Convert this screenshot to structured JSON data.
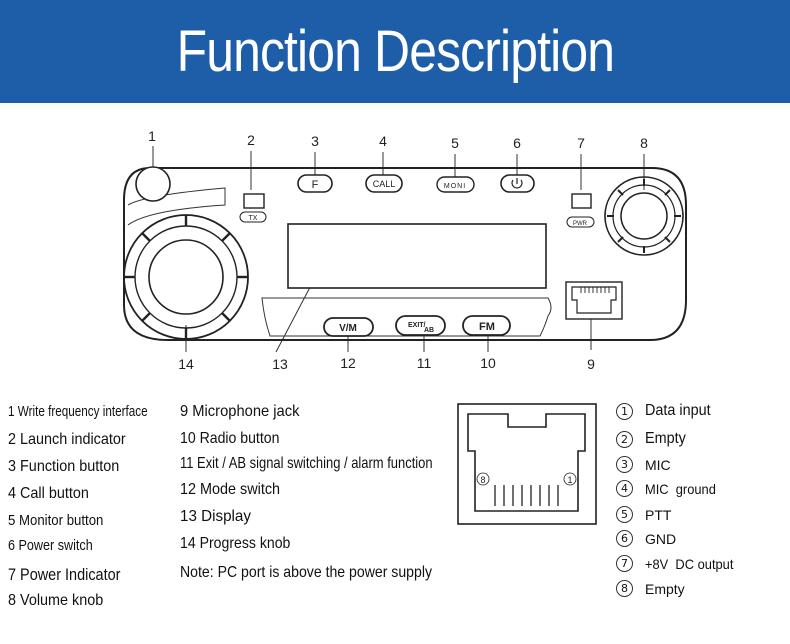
{
  "banner": {
    "title": "Function Description"
  },
  "radio": {
    "callouts": [
      "1",
      "2",
      "3",
      "4",
      "5",
      "6",
      "7",
      "8",
      "9",
      "10",
      "11",
      "12",
      "13",
      "14"
    ],
    "button_labels": {
      "f": "F",
      "call": "CALL",
      "moni": "MONI",
      "vm": "V/M",
      "exit": "EXIT/",
      "ab": "AB",
      "fm": "FM"
    },
    "indicator_labels": {
      "tx": "TX",
      "pwr": "PWR"
    }
  },
  "functions_left": [
    "1 Write frequency interface",
    "2 Launch indicator",
    "3 Function button",
    "4 Call button",
    "5 Monitor button",
    "6 Power switch",
    "7 Power Indicator",
    "8 Volume knob"
  ],
  "functions_right": [
    "9 Microphone jack",
    "10 Radio button",
    "11 Exit / AB signal switching / alarm function",
    "12 Mode switch",
    "13 Display",
    "14 Progress knob",
    "Note: PC port is above the power supply"
  ],
  "jack": {
    "pin_left": "8",
    "pin_right": "1"
  },
  "pins": [
    {
      "num": "1",
      "label": "Data input"
    },
    {
      "num": "2",
      "label": "Empty"
    },
    {
      "num": "3",
      "label": "MIC"
    },
    {
      "num": "4",
      "label": "MIC  ground"
    },
    {
      "num": "5",
      "label": "PTT"
    },
    {
      "num": "6",
      "label": "GND"
    },
    {
      "num": "7",
      "label": "+8V  DC output"
    },
    {
      "num": "8",
      "label": "Empty"
    }
  ]
}
